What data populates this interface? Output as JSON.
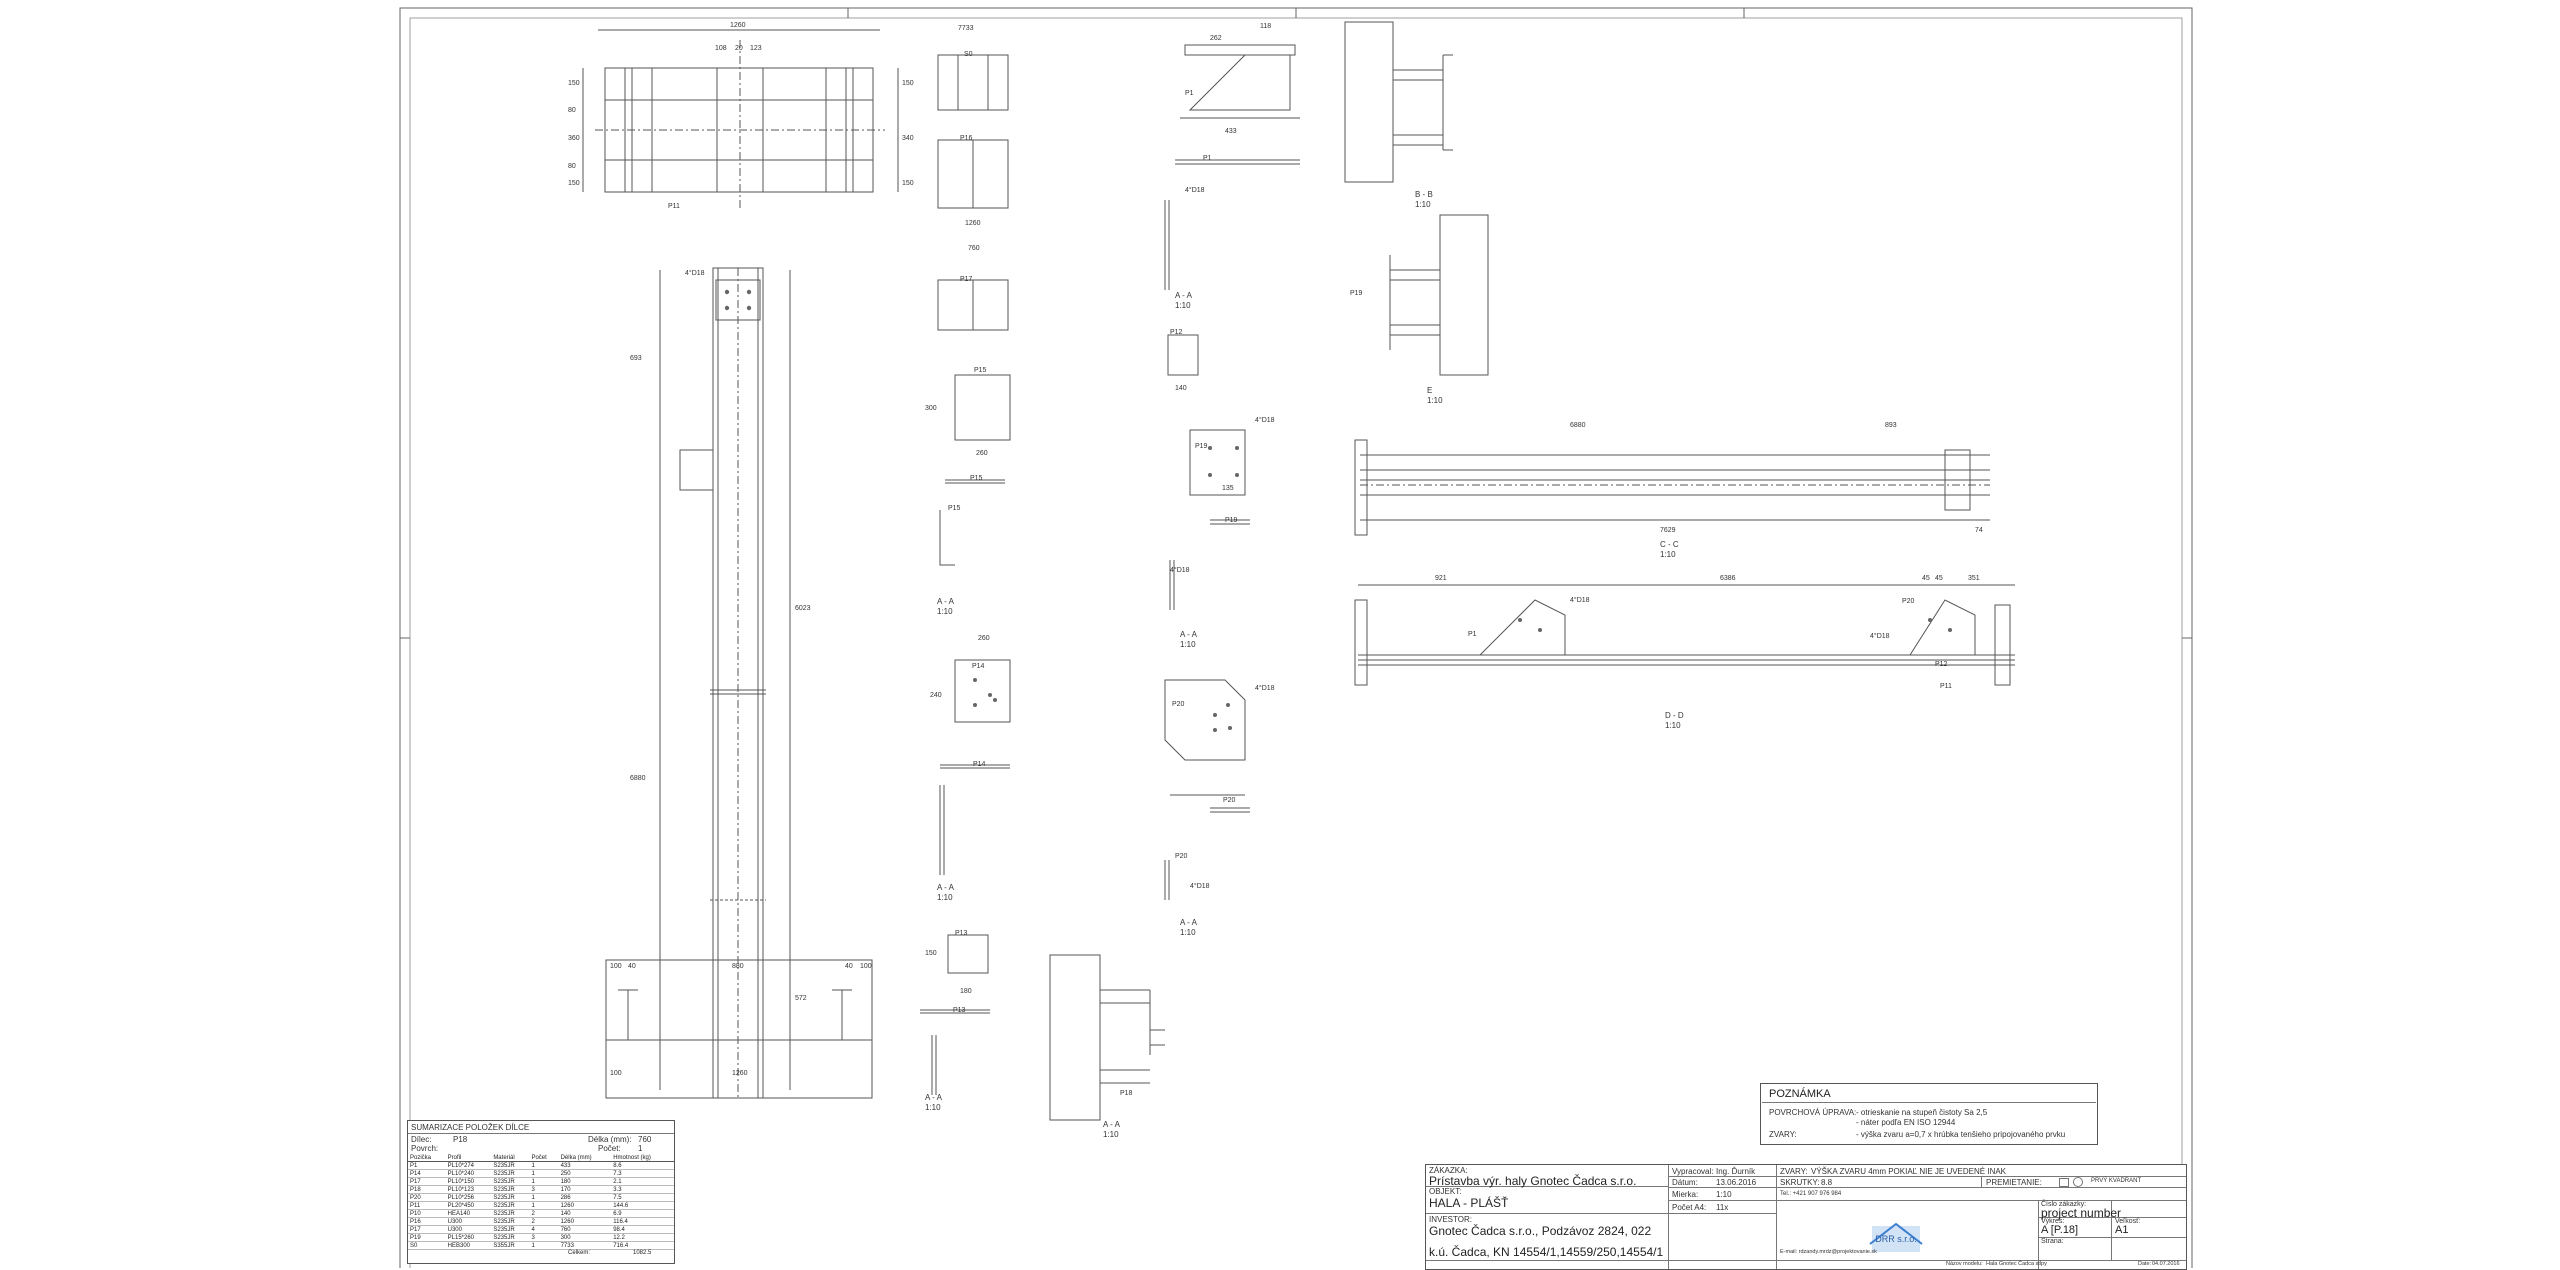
{
  "views": {
    "plan_dims": {
      "total": "1260",
      "a": "108",
      "b": "20",
      "c": "123",
      "side_a": "150",
      "side_b": "80",
      "mid": "360",
      "side_c": "80",
      "side_d": "150",
      "right_a": "150",
      "right_b": "340",
      "right_c": "150"
    },
    "elevation": {
      "top": "4°D18",
      "h1": "693",
      "h2": "6880",
      "h3": "6023",
      "h4": "572",
      "base_a": "100",
      "base_b": "40",
      "base_c": "880",
      "base_d": "40",
      "base_e": "100",
      "base_w": "1260",
      "base_l": "100",
      "mark_p11": "P11"
    },
    "sections": {
      "aa": "A - A",
      "bb": "B - B",
      "cc": "C - C",
      "dd": "D - D",
      "ee": "E",
      "scale": "1:10",
      "aa_scale": "1:10"
    },
    "parts": {
      "s0_dim": "7733",
      "s0": "S0",
      "p16": "P16",
      "p16_dim": "1260",
      "p17": "P17",
      "p17_dim": "760",
      "p15": "P15",
      "p15_w": "260",
      "p15_h": "300",
      "p14": "P14",
      "p14_w": "260",
      "p14_h": "240",
      "p13": "P13",
      "p13_w": "180",
      "p13_h": "150",
      "p12": "P12",
      "p12_w": "140",
      "p1": "P1",
      "p1_dim": "433",
      "p1_top": "262",
      "p1_top2": "118",
      "p19": "P19",
      "p19_bolts": "4°D18",
      "p19_w": "135",
      "p20": "P20",
      "p20_d": "4°D18",
      "p18": "P18",
      "bolts": "4°D18"
    },
    "beam_cc": {
      "len": "6880",
      "end": "893",
      "total": "7629",
      "tail": "74"
    },
    "beam_dd": {
      "a": "921",
      "b": "6386",
      "c": "351",
      "d": "45",
      "e": "45",
      "bolts1": "4°D18",
      "bolts2": "4°D18",
      "p12": "P12",
      "p11": "P11",
      "p1": "P1",
      "p20": "P20"
    }
  },
  "note": {
    "title": "POZNÁMKA",
    "row1_label": "POVRCHOVÁ ÚPRAVA:",
    "row1_val": "- otrieskanie na stupeň čistoty Sa 2,5",
    "row1_val2": "- náter podľa EN ISO 12944",
    "row2_label": "ZVARY:",
    "row2_val": "- výška zvaru a=0,7 x hrúbka tenšieho pripojovaného prvku"
  },
  "bom": {
    "title": "SUMARIZACE POLOŽEK DÍLCE",
    "dilec_label": "Dílec:",
    "dilec": "P18",
    "delka_label": "Délka (mm):",
    "delka": "760",
    "povrch_label": "Povrch:",
    "povrch": "",
    "pocet_label": "Počet:",
    "pocet": "1",
    "headers": [
      "Pozička",
      "Profil",
      "Materiál",
      "Počet",
      "Délka (mm)",
      "Hmotnost (kg)"
    ],
    "rows": [
      [
        "P1",
        "PL10*274",
        "S235JR",
        "1",
        "433",
        "8.6"
      ],
      [
        "P14",
        "PL10*240",
        "S235JR",
        "1",
        "250",
        "7.3"
      ],
      [
        "P17",
        "PL10*150",
        "S235JR",
        "1",
        "180",
        "2.1"
      ],
      [
        "P18",
        "PL10*123",
        "S235JR",
        "3",
        "170",
        "3.3"
      ],
      [
        "P20",
        "PL10*256",
        "S235JR",
        "1",
        "286",
        "7.5"
      ],
      [
        "P11",
        "PL20*450",
        "S235JR",
        "1",
        "1260",
        "144.6"
      ],
      [
        "P10",
        "HEA140",
        "S235JR",
        "2",
        "140",
        "6.9"
      ],
      [
        "P16",
        "U300",
        "S235JR",
        "2",
        "1260",
        "116.4"
      ],
      [
        "P17",
        "U300",
        "S235JR",
        "4",
        "760",
        "98.4"
      ],
      [
        "P19",
        "PL15*260",
        "S235JR",
        "3",
        "300",
        "12.2"
      ],
      [
        "S0",
        "HEB300",
        "S355JR",
        "1",
        "7733",
        "716.4"
      ]
    ],
    "total_label": "Celkem:",
    "total": "1082.5"
  },
  "titleblock": {
    "zakazka_label": "ZÁKAZKA:",
    "zakazka": "Prístavba výr. haly Gnotec Čadca s.r.o.",
    "objekt_label": "OBJEKT:",
    "objekt": "HALA - PLÁŠŤ",
    "investor_label": "INVESTOR:",
    "investor": "Gnotec Čadca s.r.o., Podzávoz 2824, 022",
    "ku": "k.ú. Čadca, KN 14554/1,14559/250,14554/1",
    "vypracoval_label": "Vypracoval:",
    "vypracoval": "Ing. Ďurník",
    "datum_label": "Dátum:",
    "datum": "13.06.2016",
    "mierka_label": "Mierka:",
    "mierka": "1:10",
    "pocet_a4_label": "Počet A4:",
    "pocet_a4": "11x",
    "zvary_label": "ZVARY:",
    "zvary": "VÝŠKA ZVARU 4mm POKIAĽ NIE JE UVEDENÉ INAK",
    "skrutky_label": "SKRUTKY:",
    "skrutky": "8.8",
    "premietanie_label": "PREMIETANIE:",
    "premietanie": "PRVÝ KVADRANT",
    "tel": "Tel.: +421 907 976 984",
    "email": "E-mail: rdzandy.mrdz@projektovanie.sk",
    "cislo_label": "Číslo zákazky:",
    "cislo": "project number",
    "vykres_label": "Výkres:",
    "vykres": "A   [P.18]",
    "velkost_label": "Veľkosť:",
    "velkost": "A1",
    "strana_label": "Strana:",
    "nazov_label": "Názov modelu:",
    "nazov": "Hala Gnotec Čadca stĺpy",
    "date_label": "Date:",
    "date": "04.07.2016",
    "logo_text": "DRR s.r.o."
  }
}
